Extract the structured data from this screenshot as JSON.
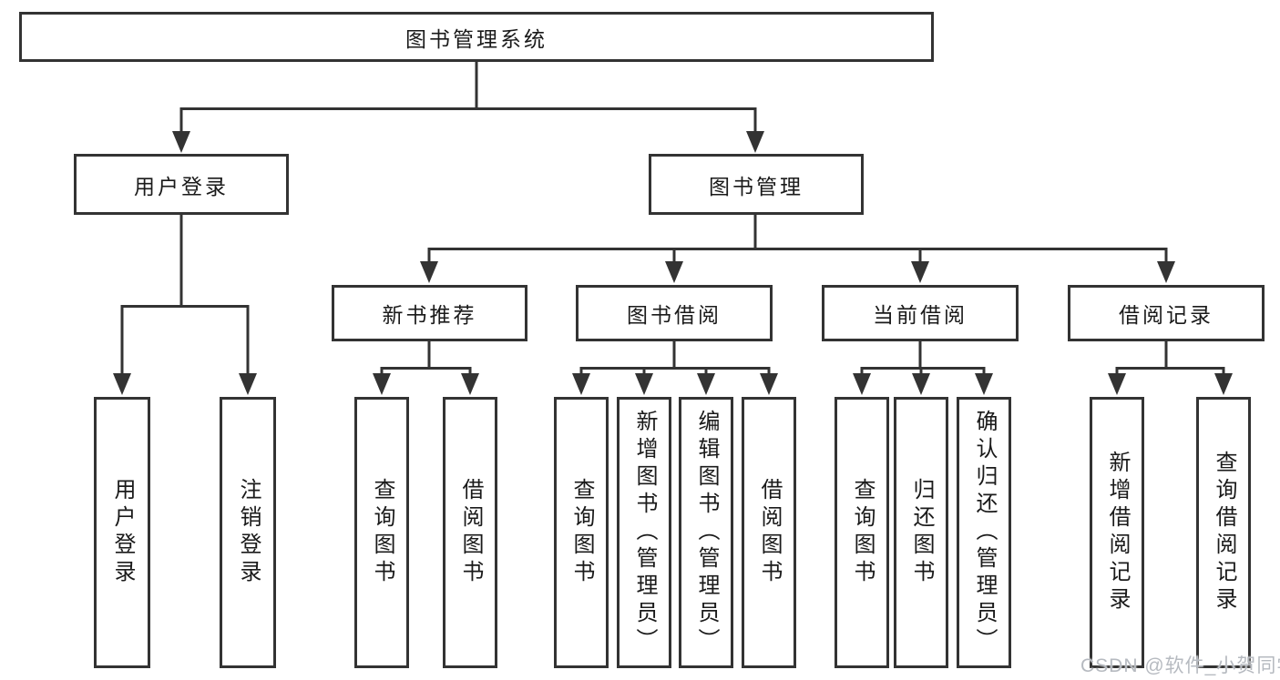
{
  "chart": {
    "root": {
      "label": "图书管理系统"
    },
    "user_branch": {
      "label": "用户登录",
      "leaves": [
        {
          "label": "用户登录"
        },
        {
          "label": "注销登录"
        }
      ]
    },
    "book_branch": {
      "label": "图书管理",
      "groups": [
        {
          "label": "新书推荐",
          "leaves": [
            {
              "label": "查询图书"
            },
            {
              "label": "借阅图书"
            }
          ]
        },
        {
          "label": "图书借阅",
          "leaves": [
            {
              "label": "查询图书"
            },
            {
              "label": "新增图书（管理员）"
            },
            {
              "label": "编辑图书（管理员）"
            },
            {
              "label": "借阅图书"
            }
          ]
        },
        {
          "label": "当前借阅",
          "leaves": [
            {
              "label": "查询图书"
            },
            {
              "label": "归还图书"
            },
            {
              "label": "确认归还（管理员）"
            }
          ]
        },
        {
          "label": "借阅记录",
          "leaves": [
            {
              "label": "新增借阅记录"
            },
            {
              "label": "查询借阅记录"
            }
          ]
        }
      ]
    }
  },
  "watermark": {
    "label": "CSDN @软件_小贺同学"
  },
  "colors": {
    "line": "#333333",
    "text": "#1a1a1a",
    "box_fill": "#ffffff",
    "background": "#ffffff",
    "watermark": "#b6bac0"
  }
}
